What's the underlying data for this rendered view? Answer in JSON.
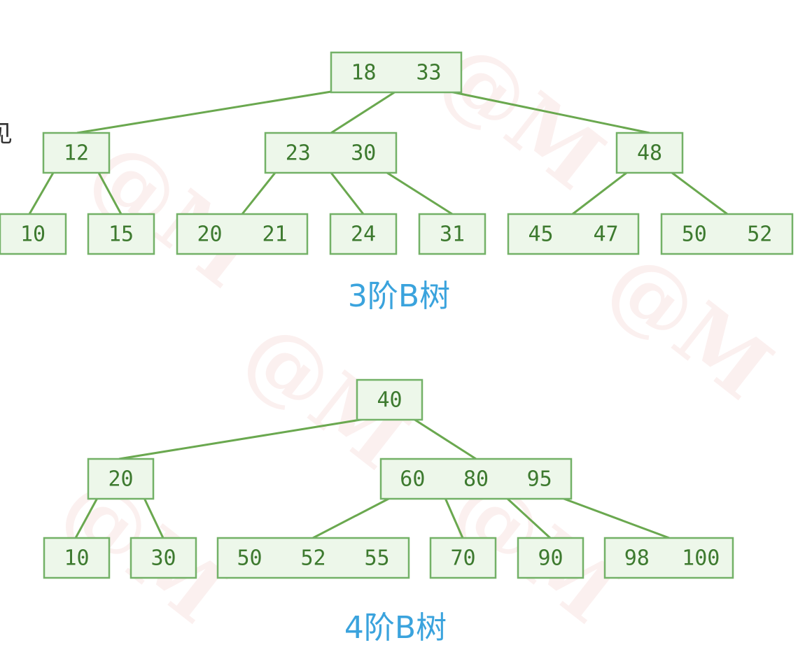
{
  "edge_fragment": "见",
  "tree3": {
    "caption": "3阶B树",
    "nodes": [
      {
        "id": "r",
        "keys": [
          "18",
          "33"
        ]
      },
      {
        "id": "a",
        "keys": [
          "12"
        ]
      },
      {
        "id": "b",
        "keys": [
          "23",
          "30"
        ]
      },
      {
        "id": "c",
        "keys": [
          "48"
        ]
      },
      {
        "id": "a1",
        "keys": [
          "10"
        ]
      },
      {
        "id": "a2",
        "keys": [
          "15"
        ]
      },
      {
        "id": "b1",
        "keys": [
          "20",
          "21"
        ]
      },
      {
        "id": "b2",
        "keys": [
          "24"
        ]
      },
      {
        "id": "b3",
        "keys": [
          "31"
        ]
      },
      {
        "id": "c1",
        "keys": [
          "45",
          "47"
        ]
      },
      {
        "id": "c2",
        "keys": [
          "50",
          "52"
        ]
      }
    ],
    "edges": [
      [
        "r",
        "a"
      ],
      [
        "r",
        "b"
      ],
      [
        "r",
        "c"
      ],
      [
        "a",
        "a1"
      ],
      [
        "a",
        "a2"
      ],
      [
        "b",
        "b1"
      ],
      [
        "b",
        "b2"
      ],
      [
        "b",
        "b3"
      ],
      [
        "c",
        "c1"
      ],
      [
        "c",
        "c2"
      ]
    ]
  },
  "tree4": {
    "caption": "4阶B树",
    "nodes": [
      {
        "id": "r",
        "keys": [
          "40"
        ]
      },
      {
        "id": "a",
        "keys": [
          "20"
        ]
      },
      {
        "id": "b",
        "keys": [
          "60",
          "80",
          "95"
        ]
      },
      {
        "id": "a1",
        "keys": [
          "10"
        ]
      },
      {
        "id": "a2",
        "keys": [
          "30"
        ]
      },
      {
        "id": "b1",
        "keys": [
          "50",
          "52",
          "55"
        ]
      },
      {
        "id": "b2",
        "keys": [
          "70"
        ]
      },
      {
        "id": "b3",
        "keys": [
          "90"
        ]
      },
      {
        "id": "b4",
        "keys": [
          "98",
          "100"
        ]
      }
    ],
    "edges": [
      [
        "r",
        "a"
      ],
      [
        "r",
        "b"
      ],
      [
        "a",
        "a1"
      ],
      [
        "a",
        "a2"
      ],
      [
        "b",
        "b1"
      ],
      [
        "b",
        "b2"
      ],
      [
        "b",
        "b3"
      ],
      [
        "b",
        "b4"
      ]
    ]
  },
  "colors": {
    "edge": "#6aa84f",
    "node_fill": "#edf7ea",
    "node_border": "#73b167",
    "node_text": "#3d7a2f",
    "caption": "#3aa3dd",
    "watermark": "#d0352f"
  }
}
